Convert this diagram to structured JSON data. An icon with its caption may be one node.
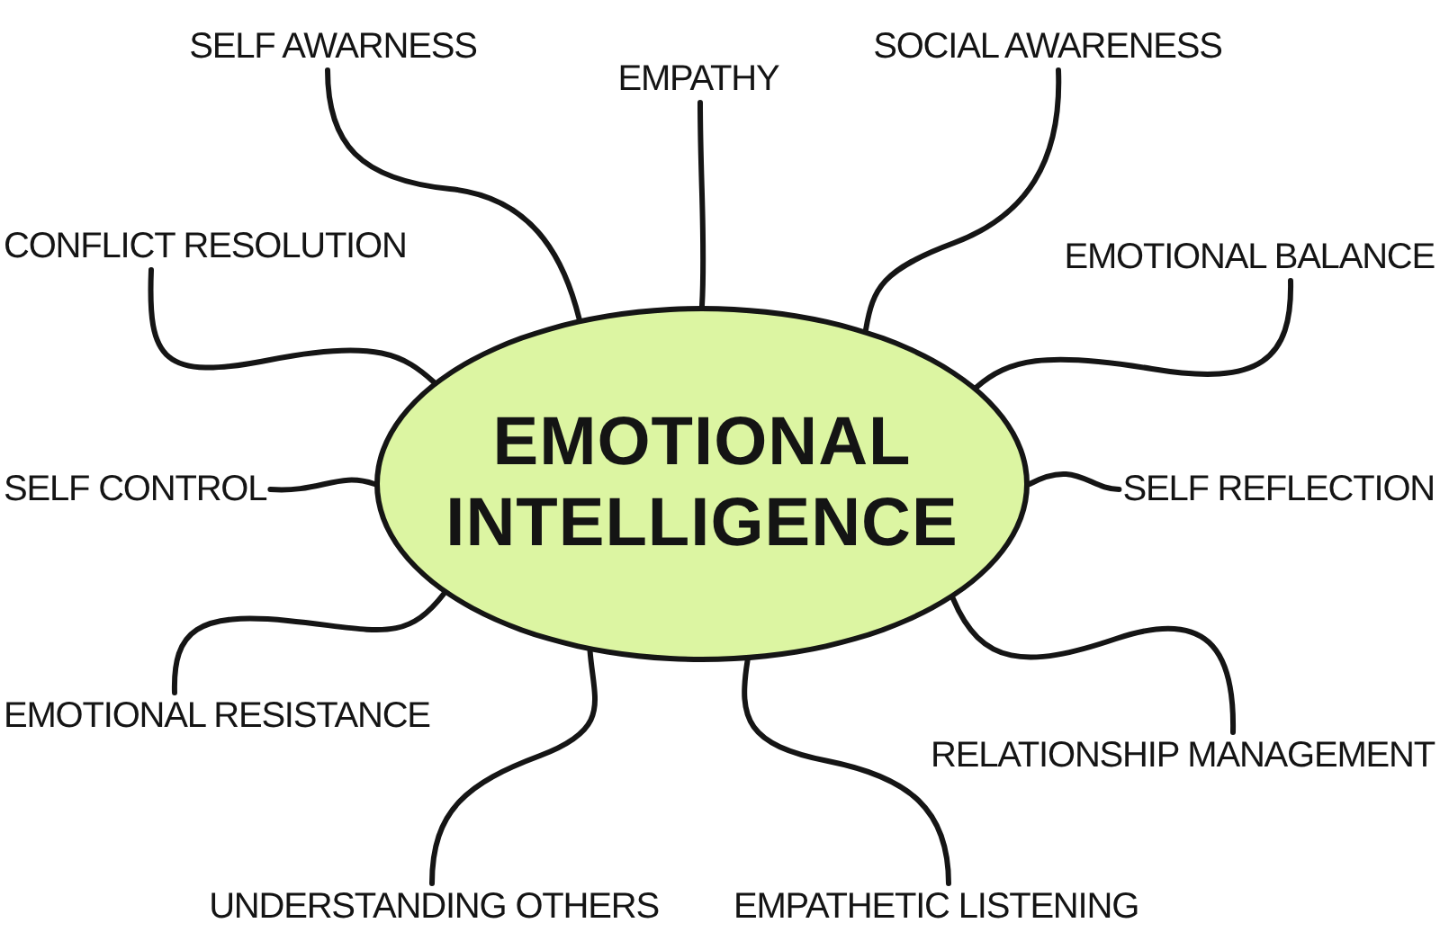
{
  "diagram": {
    "nodes": [
      {
        "text": [
          "EMOTIONAL INTELLIGENCE"
        ]
      },
      {
        "text": [
          "SELF AWARNESS"
        ]
      },
      {
        "text": [
          "EMPATHY"
        ]
      },
      {
        "text": [
          "SOCIAL AWARENESS"
        ]
      },
      {
        "text": [
          "CONFLICT RESOLUTION"
        ]
      },
      {
        "text": [
          "EMOTIONAL BALANCE"
        ]
      },
      {
        "text": [
          "SELF CONTROL"
        ]
      },
      {
        "text": [
          "SELF REFLECTION"
        ]
      },
      {
        "text": [
          "EMOTIONAL RESISTANCE"
        ]
      },
      {
        "text": [
          "RELATIONSHIP MANAGEMENT"
        ]
      },
      {
        "text": [
          "UNDERSTANDING OTHERS"
        ]
      },
      {
        "text": [
          "EMPATHETIC LISTENING"
        ]
      }
    ],
    "edges": [
      {
        "from": 0,
        "to": 1,
        "arrow": "none"
      },
      {
        "from": 0,
        "to": 2,
        "arrow": "none"
      },
      {
        "from": 0,
        "to": 3,
        "arrow": "none"
      },
      {
        "from": 0,
        "to": 4,
        "arrow": "none"
      },
      {
        "from": 0,
        "to": 5,
        "arrow": "none"
      },
      {
        "from": 0,
        "to": 6,
        "arrow": "none"
      },
      {
        "from": 0,
        "to": 7,
        "arrow": "none"
      },
      {
        "from": 0,
        "to": 8,
        "arrow": "none"
      },
      {
        "from": 0,
        "to": 9,
        "arrow": "none"
      },
      {
        "from": 0,
        "to": 10,
        "arrow": "none"
      },
      {
        "from": 0,
        "to": 11,
        "arrow": "none"
      }
    ]
  }
}
